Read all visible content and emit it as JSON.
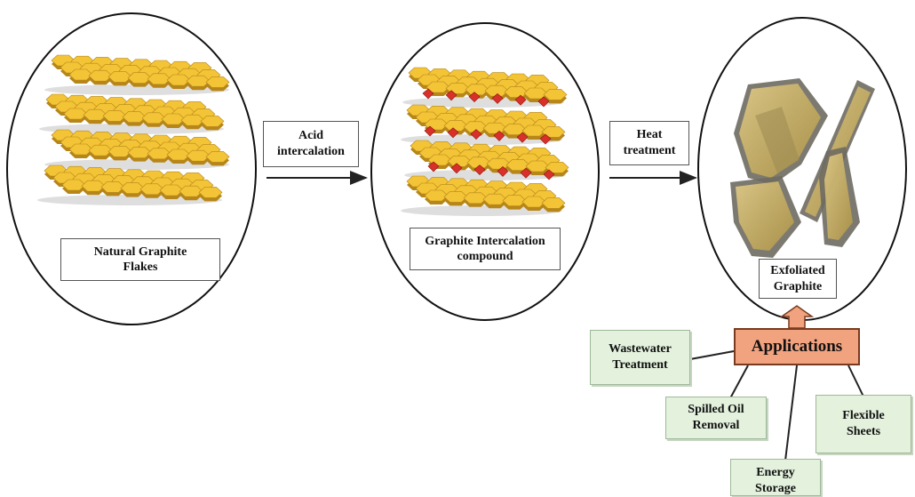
{
  "colors": {
    "flake_top": "#f3c436",
    "flake_side": "#b6861a",
    "flake_shadow": "#c8c8c8",
    "intercalant": "#d9302a",
    "applications_fill": "#f1a27f",
    "applications_border": "#7a3a1f",
    "note_fill": "#e3f1dd"
  },
  "stages": {
    "natural": {
      "label": "Natural Graphite\nFlakes"
    },
    "intercalated": {
      "label": "Graphite Intercalation\ncompound"
    },
    "exfoliated": {
      "label": "Exfoliated\nGraphite"
    }
  },
  "steps": {
    "acid": {
      "label": "Acid\nintercalation"
    },
    "heat": {
      "label": "Heat\ntreatment"
    }
  },
  "applications": {
    "title": "Applications",
    "items": {
      "wastewater": "Wastewater\nTreatment",
      "spilled_oil": "Spilled Oil\nRemoval",
      "energy": "Energy\nStorage",
      "flexible": "Flexible\nSheets"
    }
  }
}
